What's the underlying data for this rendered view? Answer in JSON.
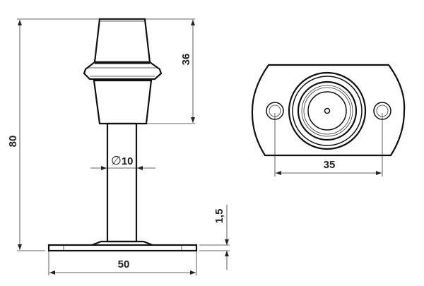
{
  "drawing": {
    "side_view": {
      "total_height_label": "80",
      "head_height_label": "36",
      "stem_diameter_label": "10",
      "diameter_symbol": "∅",
      "base_width_label": "50",
      "base_thickness_label": "1,5"
    },
    "top_view": {
      "hole_spacing_label": "35"
    }
  }
}
